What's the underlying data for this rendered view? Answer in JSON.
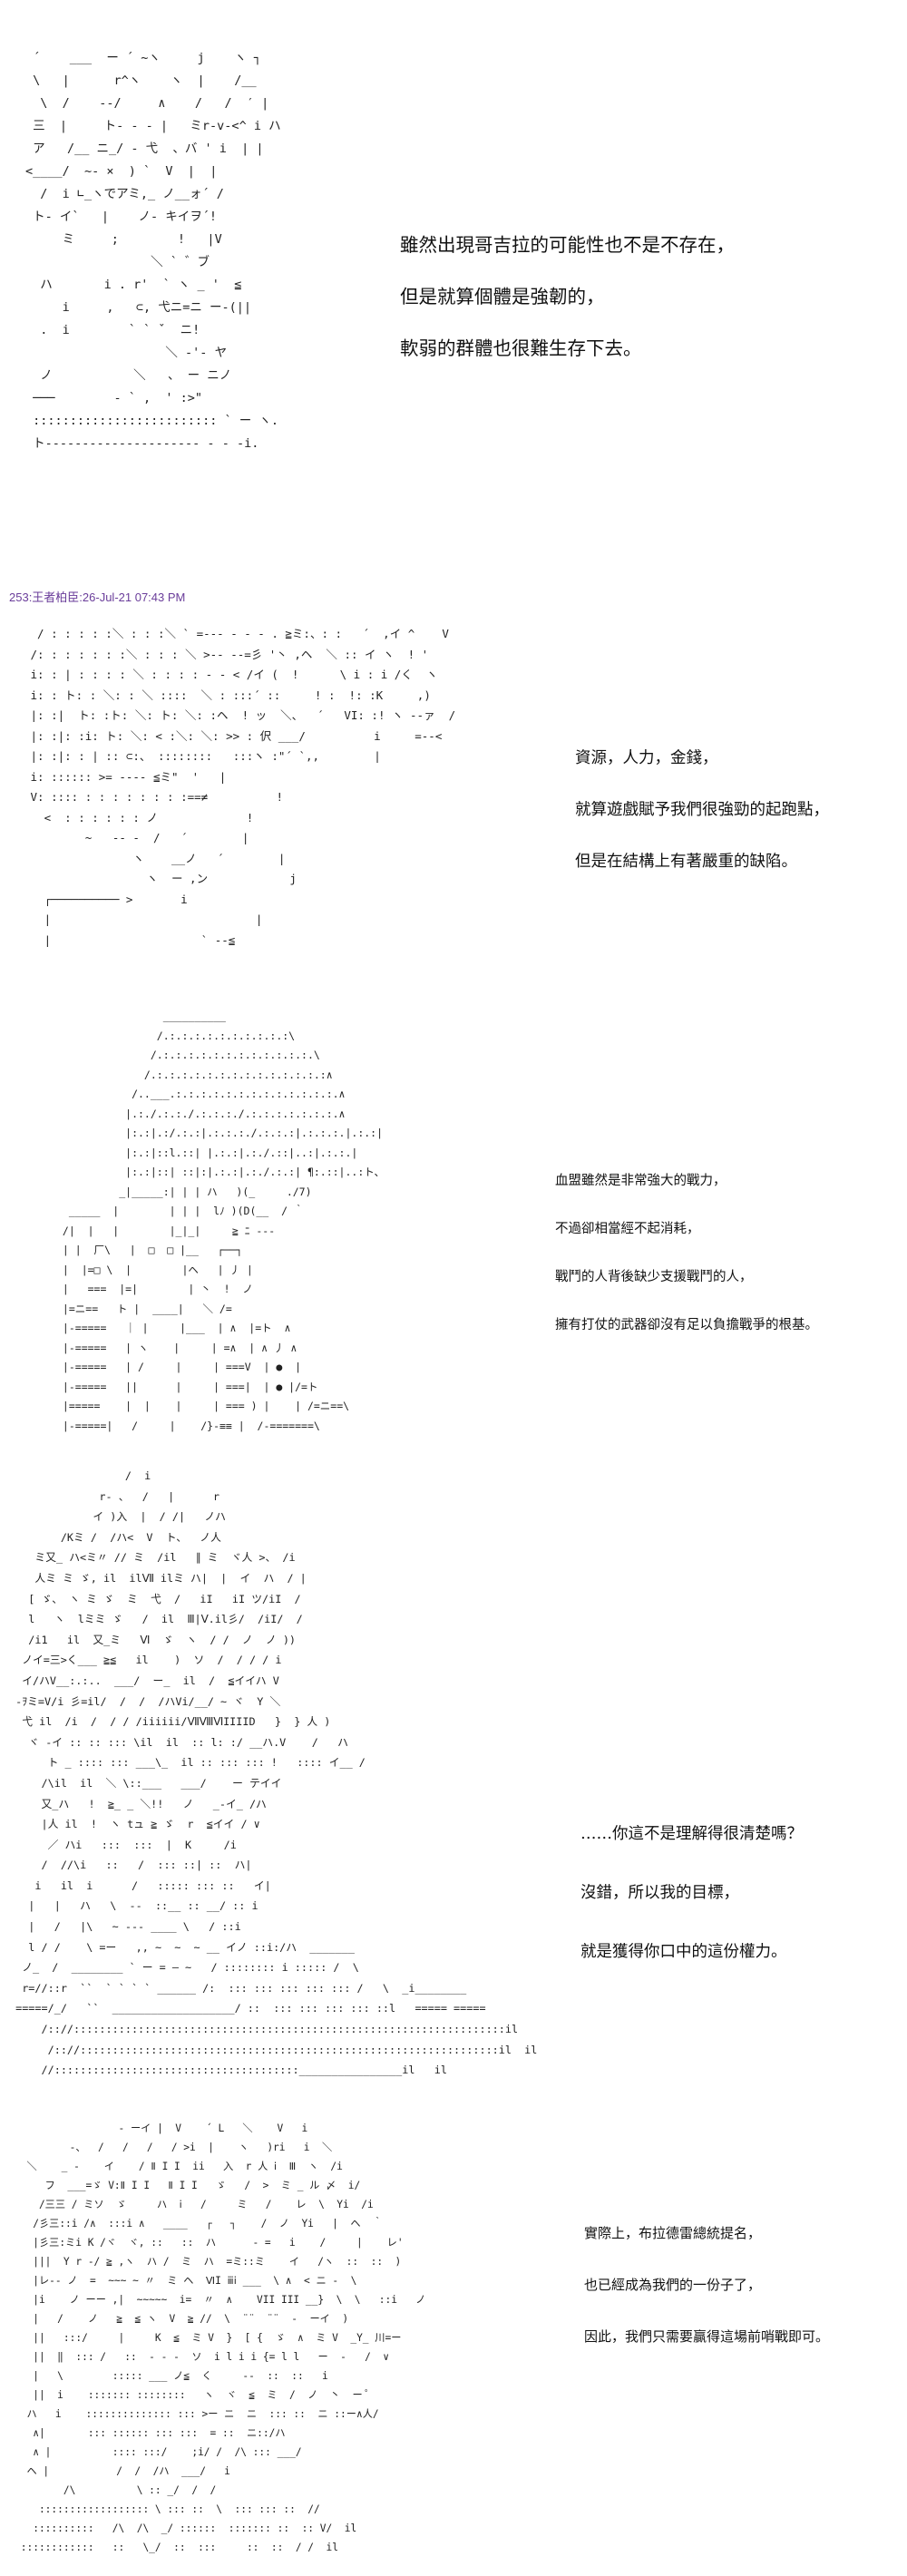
{
  "post_header": "253:王者柏臣:26-Jul-21 07:43 PM",
  "panels": [
    {
      "lines": [
        "雖然出現哥吉拉的可能性也不是不存在，",
        "但是就算個體是強韌的，",
        "軟弱的群體也很難生存下去。"
      ],
      "art": " ´    ___  ー ´ ~ヽ     j    ヽ ┐\n \\   |      r^ヽ    ヽ  |    /__\n  \\  /    -‐/     ∧    /   /  ′ |\n 三  |     ト- - - |   ミr-v‐<^ i ハ\n ア   /__ ニ_/ - 弋  、バ ' i  | |\n<____/  ~- ×  ) `  V  |  |\n  /  i ∟_ヽでアミ,_ ノ__ォ´ /\n ト- イ`   |    ノ‐ キイヲ´!\n     ミ     ;        !   |V\n                 ＼ ` ゛ブ\n  ハ       i . r'  ` ヽ _ '  ≦\n     i     ,   ⊂, 弋ニ=ニ ー‐(||\n  .  i        ` ` ˇ  ニ!\n                   ＼ ‐'‐ ヤ\n  ノ           ＼   、 ー ニノ\n ───        ‐ ` ,  ' :>\"\n ::::::::::::::::::::::::: ` ー ヽ.\n ト--------------------- - - -i."
    },
    {
      "lines": [
        "資源，人力，金錢，",
        "就算遊戲賦予我們很強勁的起跑點，",
        "但是在結構上有著嚴重的缺陷。"
      ],
      "art": "  / : : : : :＼ : : :＼ ` =--- - - - . ≧ミ:、: :   ´  ,イ ^    V\n /: : : : : : :＼ : : : ＼ >-- --=彡 '丶 ,ヘ  ＼ :: イ ヽ  ! ' \n i: : | : : : : ＼ : : : : - - < /イ (  !      \\ i : i /く  ヽ  \n i: : ト: : ＼: : ＼ ::::  ＼ : :::´ ::     ! :  !: :K     ,) \n |: :|  ト: :ト: ＼: ト: ＼: :ヘ  ! ッ  ＼、  ´   VI: :! ヽ ‐‐ァ  /\n |: :|: :i: ト: ＼: < :＼: ＼: >> : 伬 ___/          i     =--<  \n |: :|: : | :: ⊂:、 ::::::::   :::ヽ :\"´ `,,        |              \n i: :::::: >= ---- ≦ミ\"  '   |                         \n V: :::: : : : : : : : :==≠          !                           \n   <  : : : : : : ノ             !                            \n         ~   ‐- -  /   ´        |                            \n                ヽ    __ノ   ´        |                  \n                  ヽ  ー ,ン            j                    \n   ┌────────── >       i                          \n   |                              |                          \n   |                      ` ‐-≦"
    },
    {
      "lines": [
        "血盟雖然是非常強大的戰力，",
        "不過卻相當經不起消耗，",
        "戰鬥的人背後缺少支援戰鬥的人，",
        "擁有打仗的武器卻沒有足以負擔戰爭的根基。"
      ],
      "art": "                 __________\n                /.:.:.:.:.:.:.:.:.:.:\\\n               /.:.:.:.:.:.:.:.:.:.:.:.:.\\\n              /.:.:.:.:.:.:.:.:.:.:.:.:.:.:∧\n            /..___.:.:.:.:.:.:.:.:.:.:.:.:.:.∧\n           |.:./.:.:./.:.:.:./.:.:.:.:.:.:.:.∧\n           |:.:|.:/.:.:|.:.:.:./.:.:.:|.:.:.:.|.:.:|\n           |:.:|::l.::| |.:.:|.:./.::|..:|.:.:.|\n           |:.:|::| ::|:|.:.:|.:./.:.:| ¶:.::|..:ト、\n          _|_____:| | | ハ   )(_     ./7)\n  _____  |        | | |  lﾉ )(D(__  / ｀\n /|  |   |        |_|_|     ≧ ﾆ ---\n | |  厂\\   |  □  □ |__   ┌──┐\n |  |=□ \\  |        |ヘ   | 丿 |\n |   ===  |=|        | 丶  !  ノ\n |=ニ==   ト |  ____|   ＼ /=\n |-=====   ｜ |     |___  | ∧  |=ト  ∧\n |-=====   | ヽ    |     | =∧  | ∧ 丿 ∧\n |-=====   | /     |     | ===V  | ●  |\n |-=====   ||      |     | ===|  | ● |/=ト\n |=====    |  |    |     | === ) |    | /=ニ==\\\n |-=====|   /     |    /}‐≡≡ |  /-=======\\"
    },
    {
      "lines": [
        "……你這不是理解得很清楚嗎？",
        "沒錯，所以我的目標，",
        "就是獲得你口中的這份權力。"
      ],
      "art": "                  /  i\n              r- 、  /   |      r\n             イ )入  |  / /|   ノハ\n        /Kミ /  /ハ<  V  ト、  ノ人\n    ミ又_ ハ<ミ〃 // ミ  /il   ∥ ミ  ヾ人 >、 /i\n    人ミ ミ ゞ, il  ilⅦ ilミ ハ|  |  イ  ハ  / |\n   [ ゞ、 ヽ ミ ゞ  ミ  弋  /   iI   iI ツ/iI  /\n   l   ヽ  lミミ ゞ   /  il  Ⅲ|Ⅴ.il彡/  /iI/  /\n   /i1   il  又_ミ   Ⅵ  ゞ  ヽ  / /  ノ  ノ ))\n  ノイ=三>く___ ≧≦   il    )  ソ  /  / / / i\n  イ/ハV__:.:..  ___/  ー_  il  /  ≦イイハ V\n -ｦミ=V/i 彡=il/  /  /  /ハVi/__/ ~ ヾ  Y ＼\n  弋 il  /i  /  / / /iiiiii/ⅦⅧⅥIIIID   }  } 人 )\n   ヾ ‐イ :: :: ::: \\il  il  :: l: :/ __ハ.V    /   ハ\n      ト _ :::: ::: ___\\_  il :: ::: ::: !   :::: イ__ /\n     /\\il  il  ＼ \\::___   ___/    ー テイイ\n     又_ハ   !  ≧_ _ ＼!!   ノ   _-イ_ /ハ\n     |人 il  !  ヽ tュ ≧ ゞ  r  ≦イイ / ∨\n      ／ ハi   :::  :::  |  K     /i\n     /  //\\i   ::   /  ::: ::| ::  ハ|\n    i   il  i      /   ::::: ::: ::   イ|\n   |   |   ハ   \\  --  ::__ :: __/ :: i\n   |   /   |\\   ~ --- ____ \\   / ::i\n   l / /    \\ =ー   ,, ~  ~  ~ __ イノ ::i:/ハ  _______\n  ノ_  /  ________ ` ー = ― ~   / :::::::: i ::::: /  \\\n  r=//::r  ``  ` ` ` ` ______ /:  ::: ::: ::: ::: ::: /   \\  _i________\n =====/_/   ``  ___________________/ ::  ::: ::: ::: ::: ::l   ===== =====\n     /:://:::::::::::::::::::::::::::::::::::::::::::::::::::::::::::::::::::il\n      /:://:::::::::::::::::::::::::::::::::::::::::::::::::::::::::::::::::il  il\n     //::::::::::::::::::::::::::::::::::::::________________il   il"
    },
    {
      "lines": [
        "實際上，布拉德雷總統提名，",
        "也已經成為我們的一份子了，",
        "因此，我們只需要贏得這場前哨戰即可。"
      ],
      "art": "                 - ーイ |  V    ´ L   ＼    V   i\n         -、  /   /   /   / >i  |    ヽ   )ri   i  ＼\n  ＼    _ ‐    イ    / Ⅱ I I  ii   入  r 人 ⅰ  Ⅲ  ヽ  /i\n     フ  ___=ゞ V:Ⅱ I I   Ⅱ I I   ゞ   /  >  ミ _ ル 〆  i/\n    /三三 / ミソ  ゞ     ハ  ⅰ   /     ミ   /    レ  \\  Yi  /i\n   /彡三::i /∧  :::i ∧   ____   ┌   ┐    /  ノ  Yi   |  ヘ  ｀\n   |彡三:ミi K /ヾ  ヾ, ::   ::  ハ      - =   i    /     |    レ'\n   |||  Y r -/ ≧ ,ヽ  ハ /  ミ  ハ  =ミ::ミ    イ   /ヽ  ::  ::  )\n   |レ-- ノ  =  ~~~ ~ 〃  ミ ヘ  ⅥI ⅲⅰ ___  \\ ∧  < ニ -  \\\n   |i    ノ ーー ,|  ~~~~~  i=  〃  ∧    VII III __}  \\  \\   ::i   ノ\n   |   /    ノ   ≧  ≦ ヽ  V  ≧ //  \\  ¨¨  ¨¨  ‐  ーイ  )\n   ||   :::/     |     K  ≦  ミ V  }  [ {  ゞ  ∧  ミ V  _Y_ 川=ー\n   ||  ‖  ::: /   ::  ‐ ‐ ‐  ソ  i l i i {= l l   ー  ‐   /  ∨\n   |   \\        ::::: ___ ノ≦  く     --  ::  ::   i\n   ||  i    ::::::: ::::::::   ヽ  ヾ  ≦  ミ  /  ノ  丶  ー ﾟ\n  ハ   i    :::::::::::::: ::: >ー ニ  ニ  ::: ::  ニ ::ー∧人/\n   ∧|       ::: :::::: ::: :::  = ::  ニ::/ハ\n   ∧ |          :::: :::/    ;i/ /  /\\ ::: ___/\n  ヘ |           /  /  /ハ  ___/   i\n        /\\          \\ :: _/  /  /\n    :::::::::::::::::: \\ ::: ::  \\  ::: ::: ::  //\n   ::::::::::   /\\  /\\  _/ ::::::  ::::::: ::  :: V/  il\n ::::::::::::   ::   \\_/  ::  :::     ::  ::  / /  il"
    }
  ]
}
